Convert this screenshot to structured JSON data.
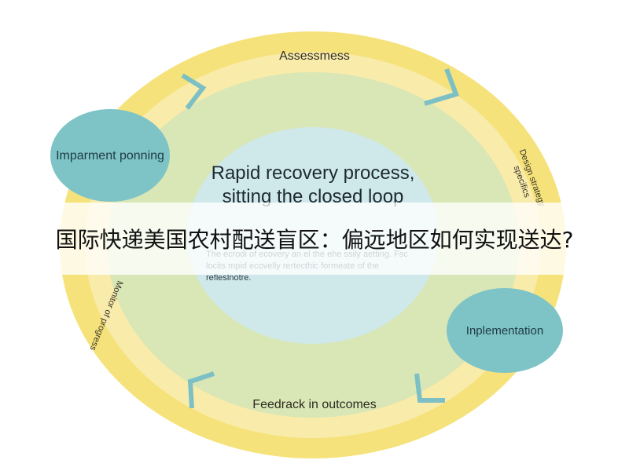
{
  "diagram": {
    "center_title": "Rapid recovery process, sitting the closed loop",
    "center_subtitle": "The ecrodi of ecovery an el the ehe ssily aetting. Fsc locits mpid ecovelly rertecthic formeate of the refleslnotre.",
    "node_left": "Imparment ponning",
    "node_right": "Inplementation",
    "label_top": "Assessmess",
    "label_bottom": "Feedrack in outcomes",
    "label_right_rotated": "Design strategy specifics",
    "label_left_rotated": "Monitor of progress",
    "colors": {
      "outer_ring": "#f6e27a",
      "inner_ring": "#d9e6b5",
      "center": "#cfe9ea",
      "nodes": "#7ec4c7",
      "chevrons": "#7cc0c6"
    }
  },
  "banner": {
    "text": "国际快递美国农村配送盲区：偏远地区如何实现送达?"
  }
}
